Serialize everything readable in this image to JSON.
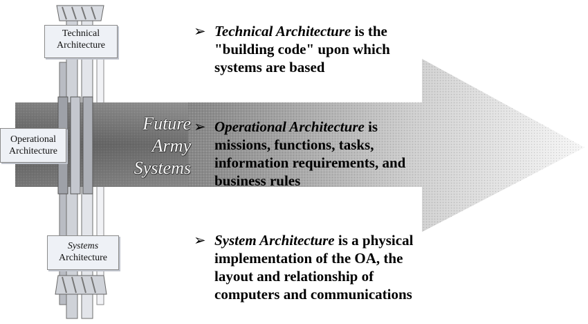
{
  "pillars": {
    "technical": [
      "Technical",
      "Architecture"
    ],
    "operational": [
      "Operational",
      "Architecture"
    ],
    "systems": [
      "Systems",
      "Architecture"
    ]
  },
  "arrow_label": [
    "Future",
    "Army",
    "Systems"
  ],
  "bullets": [
    {
      "term": "Technical Architecture",
      "rest": " is the",
      "lines": [
        "\"building code\" upon which",
        "systems are based"
      ]
    },
    {
      "term": "Operational Architecture",
      "rest": " is",
      "lines": [
        "missions, functions, tasks,",
        "information requirements, and",
        "business rules"
      ]
    },
    {
      "term": "System Architecture",
      "rest": " is a physical",
      "lines": [
        "implementation of the OA, the",
        "layout and relationship of",
        "computers and communications"
      ]
    }
  ],
  "bullet_marker": "➢",
  "colors": {
    "arrow_dark": "#6d6d6d",
    "arrow_light": "#f2f2f2",
    "pillar_fill": "#e9ecf2",
    "pillar_stroke": "#7a7a7a"
  }
}
